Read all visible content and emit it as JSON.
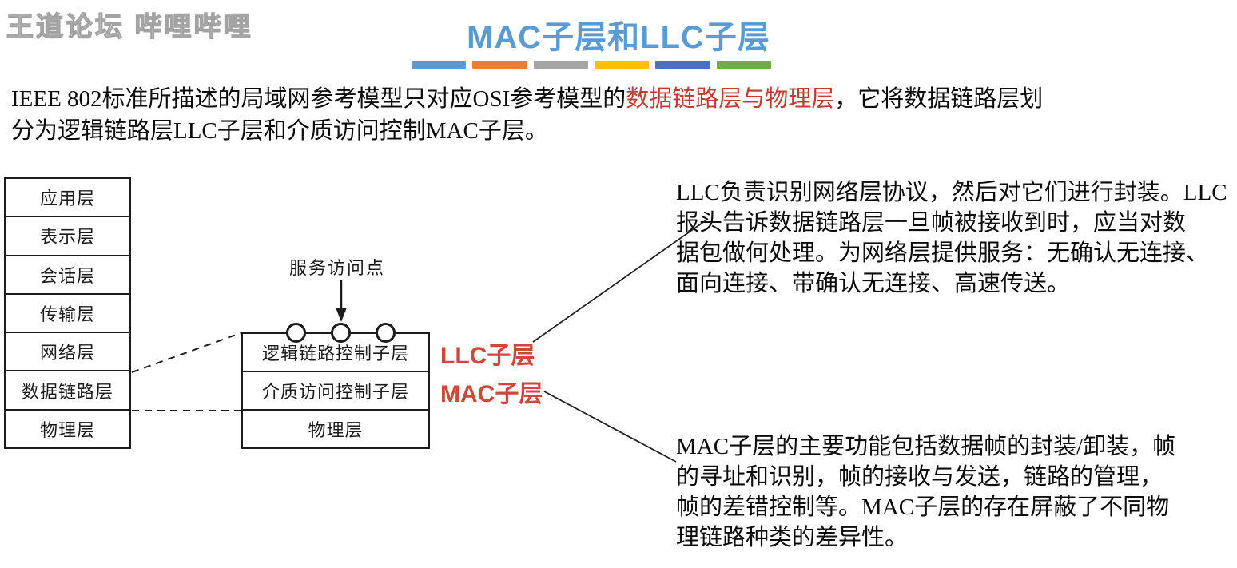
{
  "watermark": {
    "text": "王道论坛 哔哩哔哩"
  },
  "title": {
    "text": "MAC子层和LLC子层",
    "color": "#5B9BD5"
  },
  "divider_bars": [
    "#5B9BD5",
    "#ED7D31",
    "#A5A5A5",
    "#FFC000",
    "#4472C4",
    "#70AD47"
  ],
  "intro": {
    "part1": "IEEE 802标准所描述的局域网参考模型只对应OSI参考模型的",
    "highlight": "数据链路层与物理层",
    "part2": "，它将数据链路层划",
    "line2": "分为逻辑链路层LLC子层和介质访问控制MAC子层。",
    "highlight_color": "#C23A30"
  },
  "osi_stack": {
    "layers": [
      "应用层",
      "表示层",
      "会话层",
      "传输层",
      "网络层",
      "数据链路层",
      "物理层"
    ]
  },
  "ieee_stack": {
    "sap_label": "服务访问点",
    "rows": [
      "逻辑链路控制子层",
      "介质访问控制子层",
      "物理层"
    ]
  },
  "sublayer_labels": {
    "llc": "LLC子层",
    "mac": "MAC子层",
    "color": "#D2463A"
  },
  "llc_note": {
    "lines": [
      "LLC负责识别网络层协议，然后对它们进行封装。LLC",
      "报头告诉数据链路层一旦帧被接收到时，应当对数",
      "据包做何处理。为网络层提供服务：无确认无连接、",
      "面向连接、带确认无连接、高速传送。"
    ]
  },
  "mac_note": {
    "lines": [
      "MAC子层的主要功能包括数据帧的封装/卸装，帧",
      "的寻址和识别，帧的接收与发送，链路的管理，",
      "帧的差错控制等。MAC子层的存在屏蔽了不同物",
      "理链路种类的差异性。"
    ]
  },
  "line_color": "#1c1c1c"
}
